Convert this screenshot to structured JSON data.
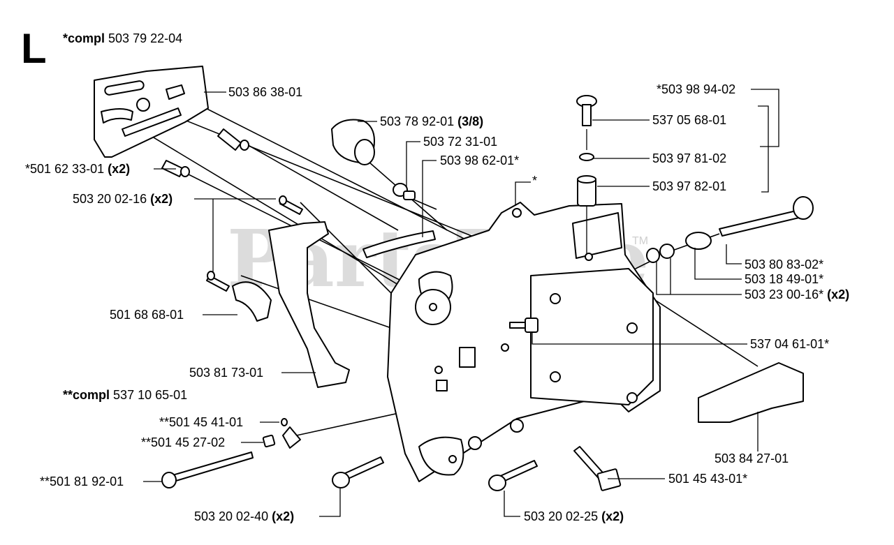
{
  "section_letter": "L",
  "assembly_compl": {
    "prefix": "*compl",
    "number": "503 79 22-04"
  },
  "assembly_compl2": {
    "prefix": "**compl",
    "number": "537 10 65-01"
  },
  "watermark": "PartsTree",
  "watermark_tm": "TM",
  "parts": [
    {
      "number": "503 86 38-01",
      "qty": ""
    },
    {
      "number": "*501 62 33-01",
      "qty": "(x2)"
    },
    {
      "number": "503 20 02-16",
      "qty": "(x2)"
    },
    {
      "number": "501 68 68-01",
      "qty": ""
    },
    {
      "number": "503 81 73-01",
      "qty": ""
    },
    {
      "number": "503 78 92-01",
      "qty": "(3/8)"
    },
    {
      "number": "503 72 31-01",
      "qty": ""
    },
    {
      "number": "503 98 62-01*",
      "qty": ""
    },
    {
      "number": "*",
      "qty": ""
    },
    {
      "number": "*503 98 94-02",
      "qty": ""
    },
    {
      "number": "537 05 68-01",
      "qty": ""
    },
    {
      "number": "503 97 81-02",
      "qty": ""
    },
    {
      "number": "503 97 82-01",
      "qty": ""
    },
    {
      "number": "503 80 83-02*",
      "qty": ""
    },
    {
      "number": "503 18 49-01*",
      "qty": ""
    },
    {
      "number": "503 23 00-16*",
      "qty": "(x2)"
    },
    {
      "number": "537 04 61-01*",
      "qty": ""
    },
    {
      "number": "503 84 27-01",
      "qty": ""
    },
    {
      "number": "501 45 43-01*",
      "qty": ""
    },
    {
      "number": "503 20 02-25",
      "qty": "(x2)"
    },
    {
      "number": "503 20 02-40",
      "qty": "(x2)"
    },
    {
      "number": "**501 81 92-01",
      "qty": ""
    },
    {
      "number": "**501 45 27-02",
      "qty": ""
    },
    {
      "number": "**501 45 41-01",
      "qty": ""
    }
  ]
}
